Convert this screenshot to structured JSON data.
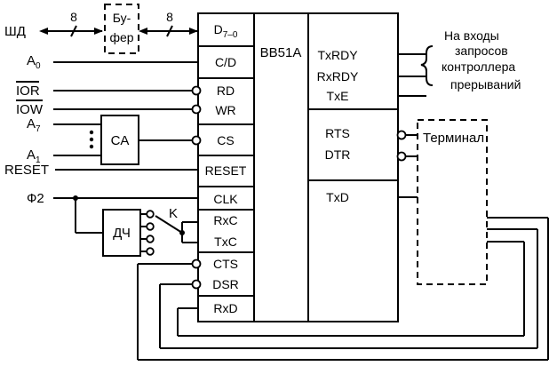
{
  "diagram": {
    "buffer_label": [
      "Бу-",
      "фер"
    ],
    "bus_width_left": "8",
    "bus_width_right": "8",
    "chip_name": "ВВ51А",
    "left_signals": {
      "data_bus": "ШД",
      "a0": {
        "main": "A",
        "sub": "0"
      },
      "ior": "IOR",
      "iow": "IOW",
      "a7": {
        "main": "A",
        "sub": "7"
      },
      "a1": {
        "main": "A",
        "sub": "1"
      },
      "reset": "RESET",
      "phi2": "Ф2"
    },
    "address_decoder": "CA",
    "divider": "ДЧ",
    "switch_label": "K",
    "left_pins": {
      "d": {
        "main": "D",
        "sub": "7–0"
      },
      "cd": "C/D",
      "rd": "RD",
      "wr": "WR",
      "cs": "CS",
      "reset": "RESET",
      "clk": "CLK",
      "rxc": "RxC",
      "txc": "TxC",
      "cts": "CTS",
      "dsr": "DSR",
      "rxd": "RxD"
    },
    "right_pins": {
      "txrdy": "TxRDY",
      "rxrdy": "RxRDY",
      "txe": "TxE",
      "rts": "RTS",
      "dtr": "DTR",
      "txd": "TxD"
    },
    "interrupt_note": [
      "На входы",
      "запросов",
      "контроллера",
      "прерываний"
    ],
    "terminal": "Терминал"
  }
}
